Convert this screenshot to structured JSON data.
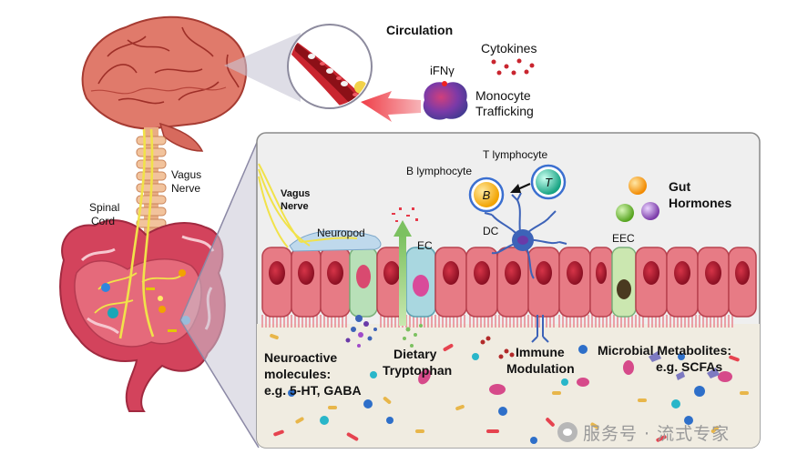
{
  "labels": {
    "circulation": "Circulation",
    "cytokines": "Cytokines",
    "ifng": "iFNγ",
    "monocyte_trafficking_1": "Monocyte",
    "monocyte_trafficking_2": "Trafficking",
    "vagus_nerve_1": "Vagus",
    "vagus_nerve_2": "Nerve",
    "spinal_cord_1": "Spinal",
    "spinal_cord_2": "Cord",
    "inset_vagus_1": "Vagus",
    "inset_vagus_2": "Nerve",
    "neuropod": "Neuropod",
    "t_lymphocyte": "T lymphocyte",
    "b_lymphocyte": "B lymphocyte",
    "b_letter": "B",
    "t_letter": "T",
    "ec": "EC",
    "dc": "DC",
    "eec": "EEC",
    "gut_hormones_1": "Gut",
    "gut_hormones_2": "Hormones",
    "neuroactive_1": "Neuroactive",
    "neuroactive_2": "molecules:",
    "neuroactive_3": "e.g. 5-HT, GABA",
    "dietary_1": "Dietary",
    "dietary_2": "Tryptophan",
    "immune_1": "Immune",
    "immune_2": "Modulation",
    "microbial_1": "Microbial Metabolites:",
    "microbial_2": "e.g. SCFAs"
  },
  "watermark": {
    "text": "服务号 · 流式专家",
    "icon": "wechat-icon"
  },
  "colors": {
    "tissue_pink": "#e77b85",
    "nucleus": "#a5182b",
    "nerve_yellow": "#f1e24a",
    "brain": "#e07a6b",
    "inset_bg": "#efefef",
    "lumen": "#f0ece1"
  }
}
